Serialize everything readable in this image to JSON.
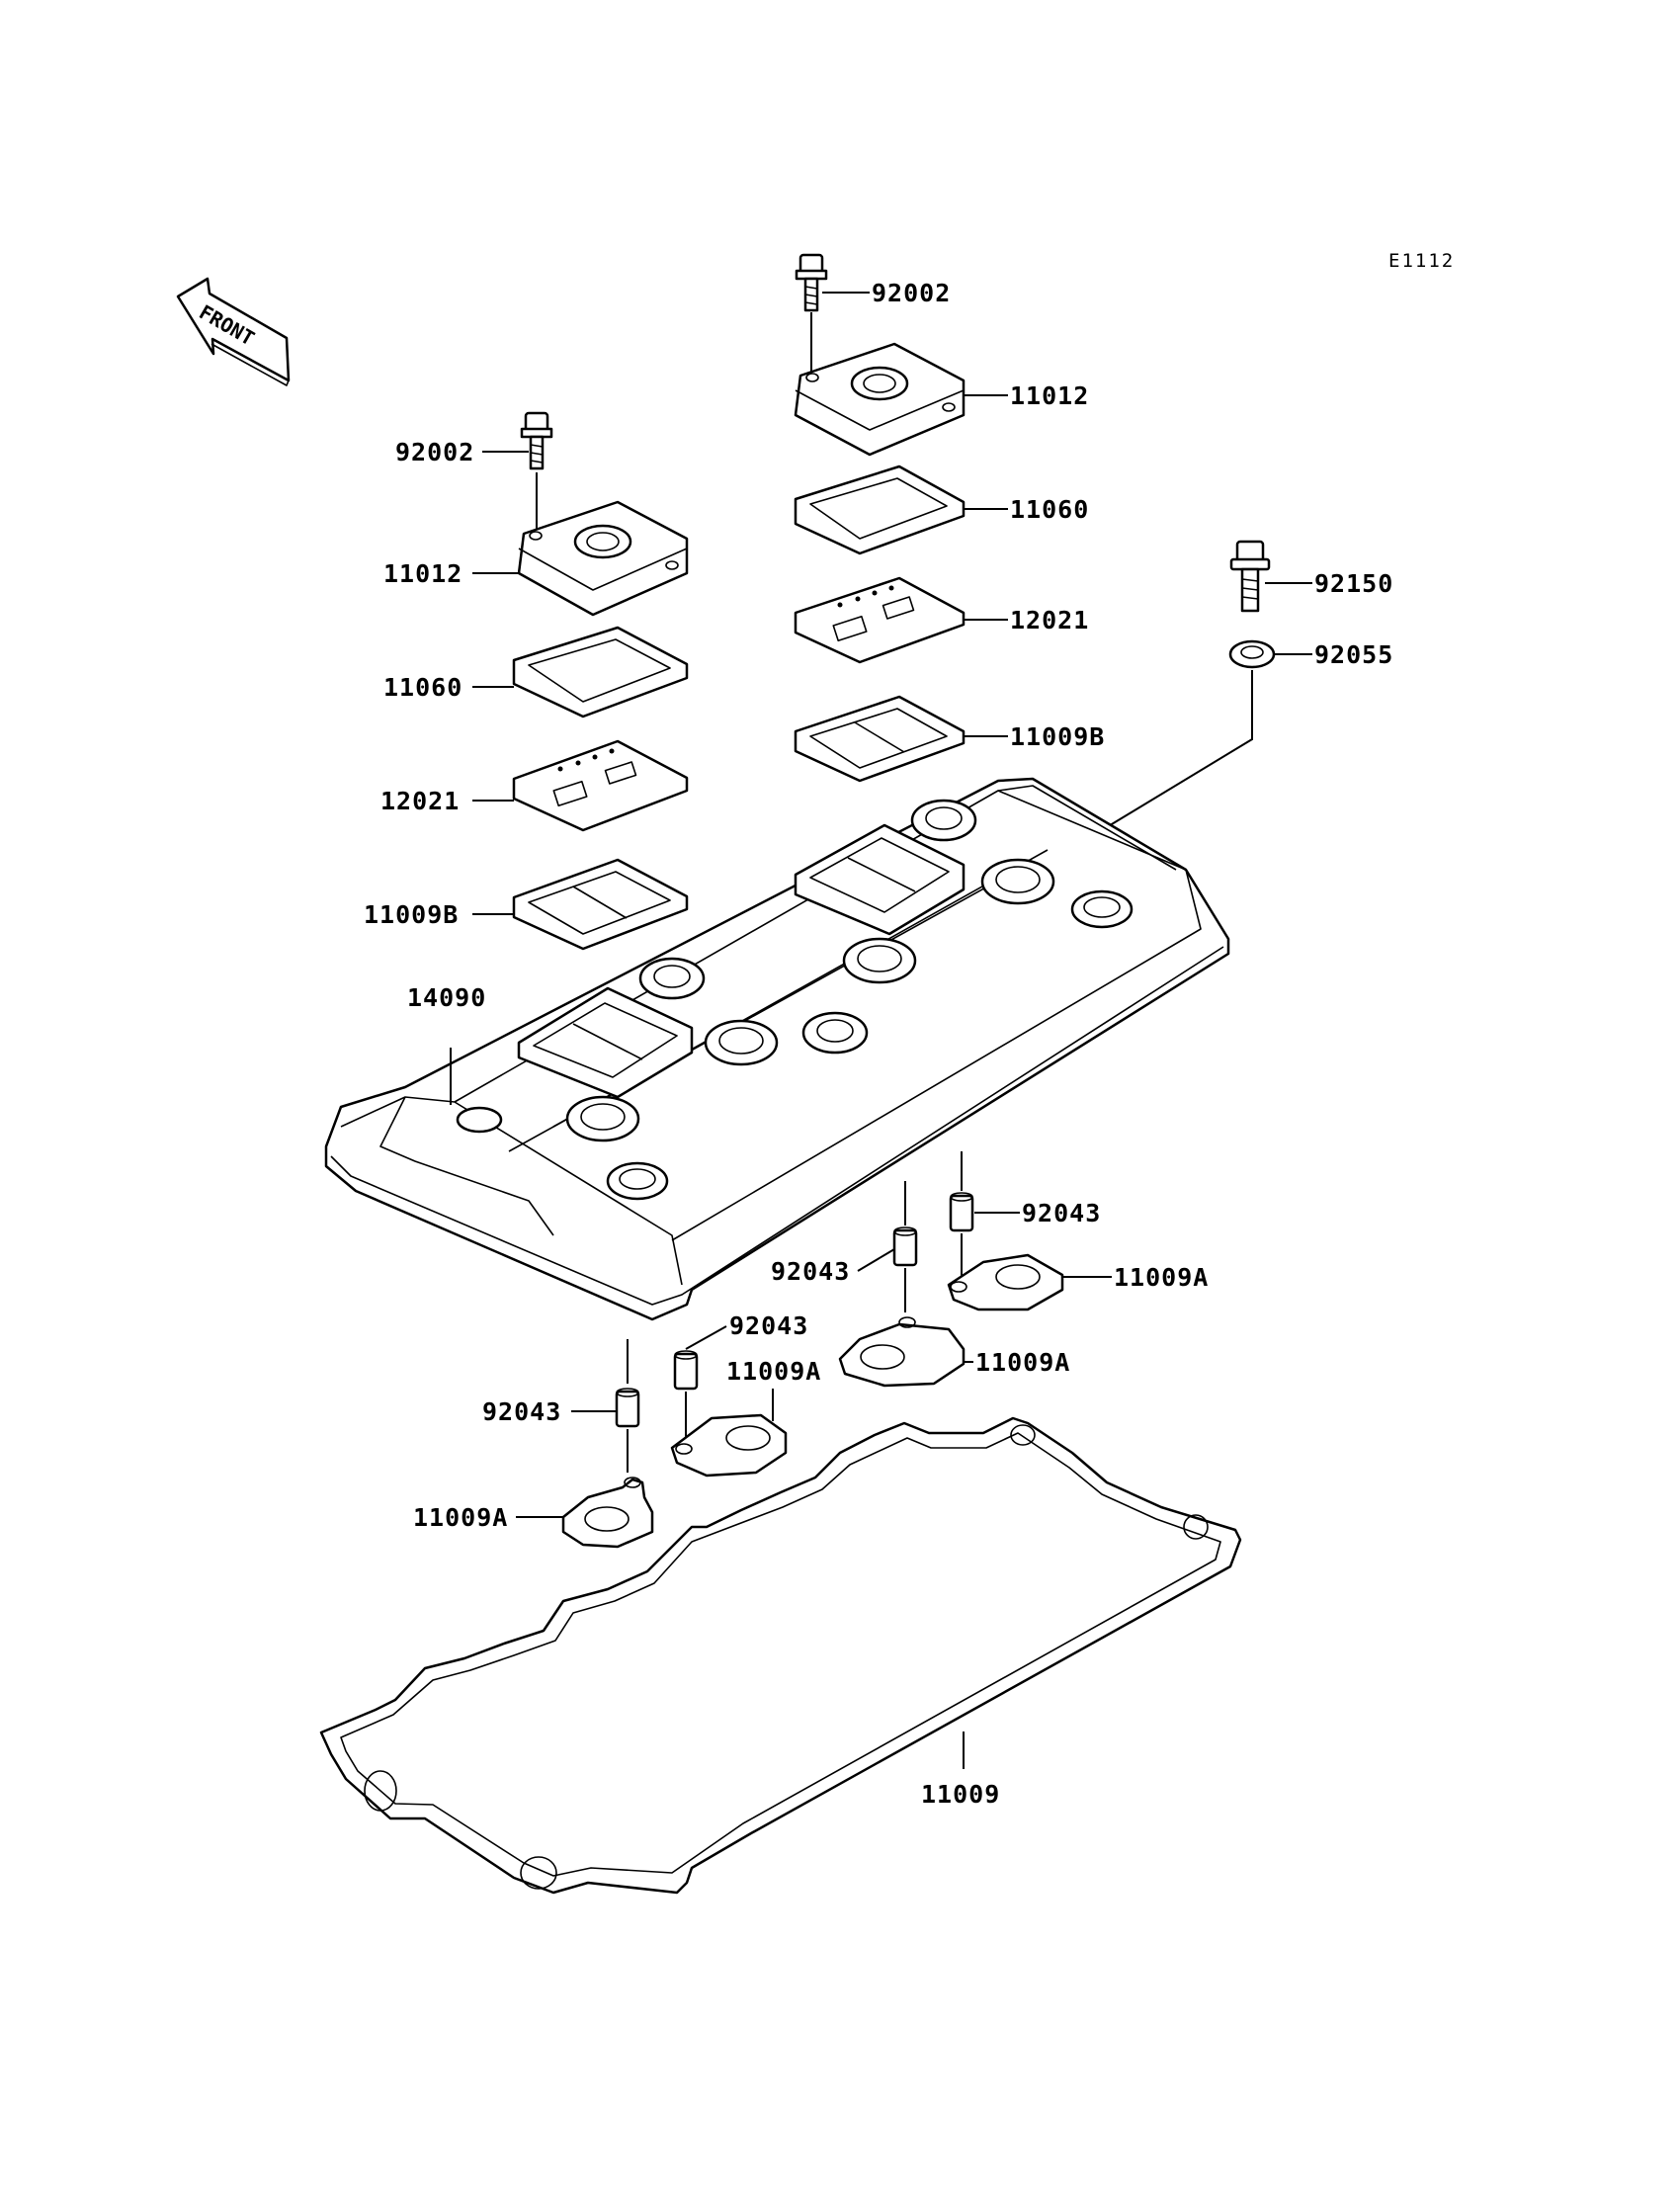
{
  "diagram_code": "E1112",
  "front_label": "FRONT",
  "labels": {
    "bolt_right": "92002",
    "cap_right": "11012",
    "gasket_cap_right": "11060",
    "plate_right": "12021",
    "gasket_plate_right": "11009B",
    "bolt_left": "92002",
    "cap_left": "11012",
    "gasket_cap_left": "11060",
    "plate_left": "12021",
    "gasket_plate_left": "11009B",
    "bolt_cover": "92150",
    "washer_cover": "92055",
    "cover": "14090",
    "dowel_1": "92043",
    "dowel_2": "92043",
    "dowel_3": "92043",
    "dowel_4": "92043",
    "oring_1": "11009A",
    "oring_2": "11009A",
    "oring_3": "11009A",
    "oring_4": "11009A",
    "head_gasket": "11009"
  }
}
